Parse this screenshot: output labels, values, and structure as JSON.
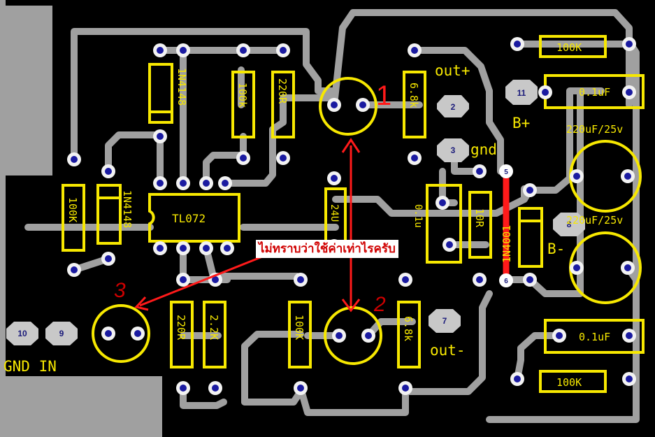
{
  "board": {
    "colors": {
      "background": "#000000",
      "copper": "#a0a0a0",
      "silkscreen": "#f7e800",
      "pad_ring": "#1a1aa0",
      "annotation": "#ff0000"
    },
    "components": {
      "ic": "TL072",
      "d1": "1N4148",
      "d2": "1N4148",
      "d3": "1N4001",
      "r_100k_a": "100k",
      "r_220r_a": "220R",
      "r_6_8k_a": "6.8k",
      "r_100k_left": "100K",
      "r_220r_b": "220R",
      "r_2_2k": "2.2K",
      "r_100k_mid": "100K",
      "r_6_8k_b": "6.8k",
      "r_10r": "10R",
      "r_100k_tr": "100K",
      "r_100k_br": "100K",
      "c_24u": "24U",
      "c_0_1u_mid": "0.1u",
      "c_0_1uf_top": "0.1uF",
      "c_0_1uf_bot": "0.1uF",
      "c_220uf_top": "220uF/25v",
      "c_220uf_bot": "220uF/25v"
    },
    "labels": {
      "out_plus": "out+",
      "out_minus": "out-",
      "gnd": "gnd",
      "b_plus": "B+",
      "b_minus": "B-",
      "gnd_in": "GND IN"
    },
    "pads": {
      "p2": "2",
      "p3": "3",
      "p5": "5",
      "p6": "6",
      "p7": "7",
      "p8": "8",
      "p9": "9",
      "p10": "10",
      "p11": "11"
    },
    "annotations": {
      "mark1": "1",
      "mark2": "2",
      "mark3": "3",
      "question": "ไม่ทราบว่าใช้ค่าเท่าไรครับ"
    }
  }
}
